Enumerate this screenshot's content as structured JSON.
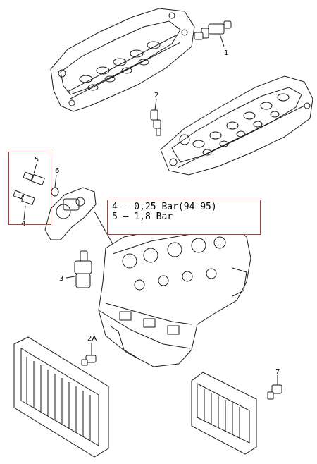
{
  "callouts": {
    "c1": "1",
    "c2": "2",
    "c2a": "2A",
    "c3": "3",
    "c4": "4",
    "c5": "5",
    "c6": "6",
    "c7": "7"
  },
  "note": {
    "line1": "4 – 0,25 Bar(94–95)",
    "line2": "5 – 1,8 Bar"
  },
  "colors": {
    "highlight": "#c0392b",
    "note_border": "#b13a3a",
    "linework": "#1a1a1a"
  }
}
